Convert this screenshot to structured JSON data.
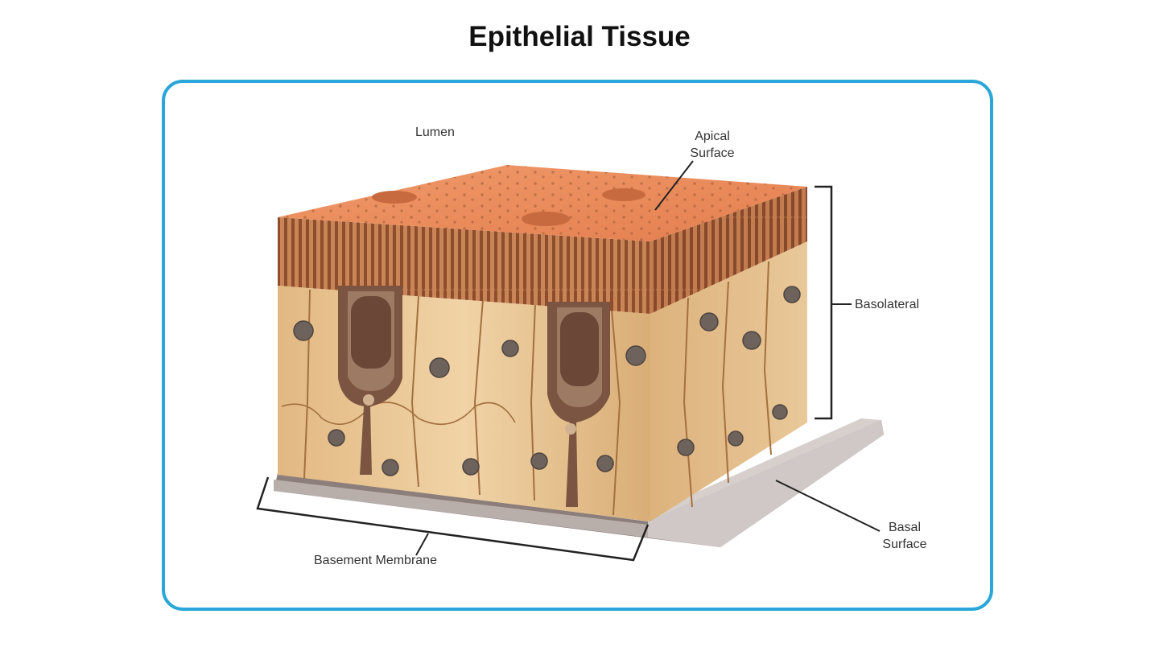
{
  "title": "Epithelial Tissue",
  "labels": {
    "lumen": "Lumen",
    "apical_surface": [
      "Apical",
      "Surface"
    ],
    "basolateral": "Basolateral",
    "basal_surface": [
      "Basal",
      "Surface"
    ],
    "basement_membrane": "Basement Membrane"
  },
  "colors": {
    "frame_border": "#2aa6d8",
    "apical_top": "#e98a5c",
    "microvilli": "#a9603a",
    "cell_body": "#e7c493",
    "cell_outline": "#a4703f",
    "nucleus": "#6e625c",
    "goblet_cell": "#7b5541",
    "basal_membrane": "#cfc8c6",
    "leader_line": "#333333"
  }
}
